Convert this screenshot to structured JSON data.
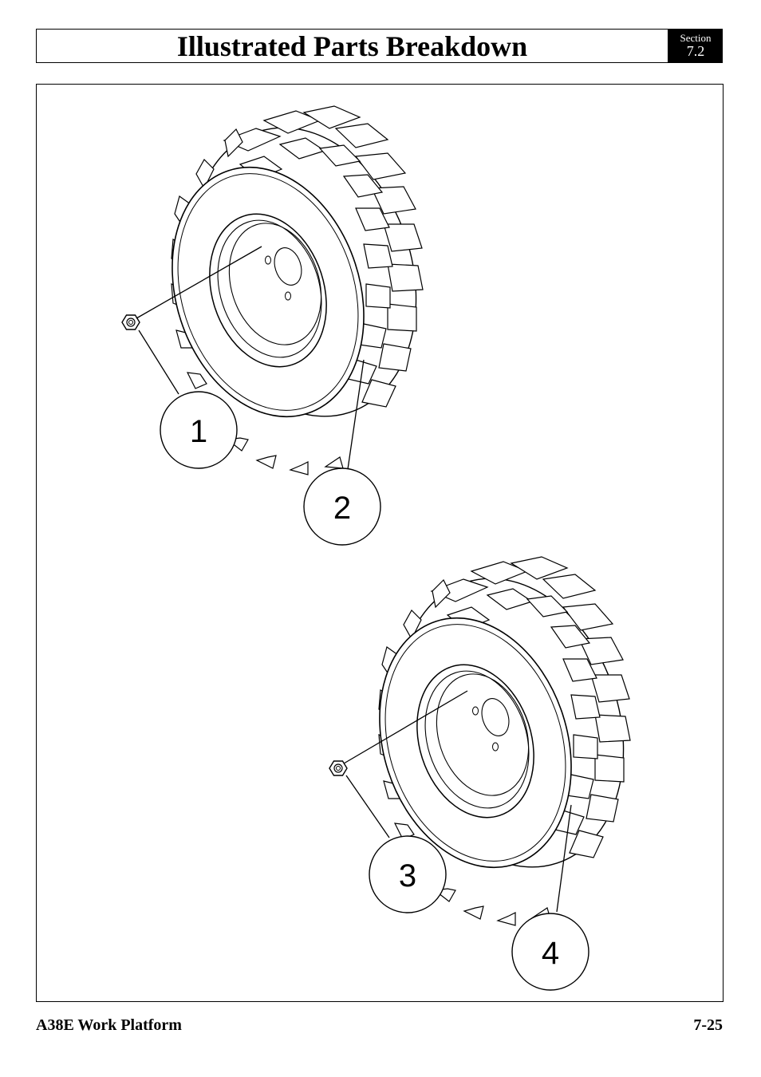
{
  "header": {
    "title": "Illustrated Parts Breakdown",
    "section_label": "Section",
    "section_number": "7.2"
  },
  "figure": {
    "callouts": [
      "1",
      "2",
      "3",
      "4"
    ],
    "icons": [
      "wheel-assembly-icon",
      "lug-nut-icon"
    ]
  },
  "footer": {
    "product": "A38E Work Platform",
    "page_number": "7-25"
  }
}
